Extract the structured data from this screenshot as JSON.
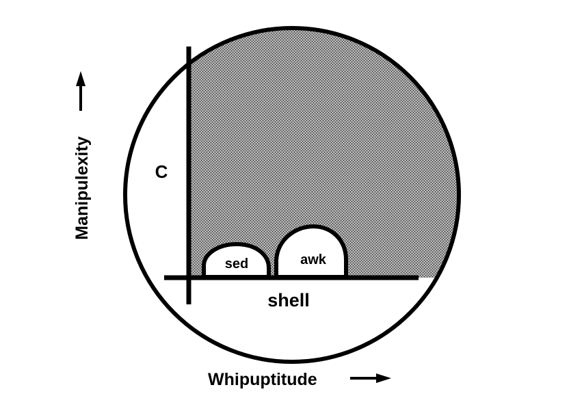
{
  "diagram": {
    "regions": {
      "c": "C",
      "sed": "sed",
      "awk": "awk",
      "shell": "shell"
    },
    "axes": {
      "x_label": "Whipuptitude",
      "y_label": "Manipulexity"
    },
    "colors": {
      "ink": "#000000",
      "background": "#ffffff",
      "shaded_fill": "stipple-gray"
    }
  }
}
